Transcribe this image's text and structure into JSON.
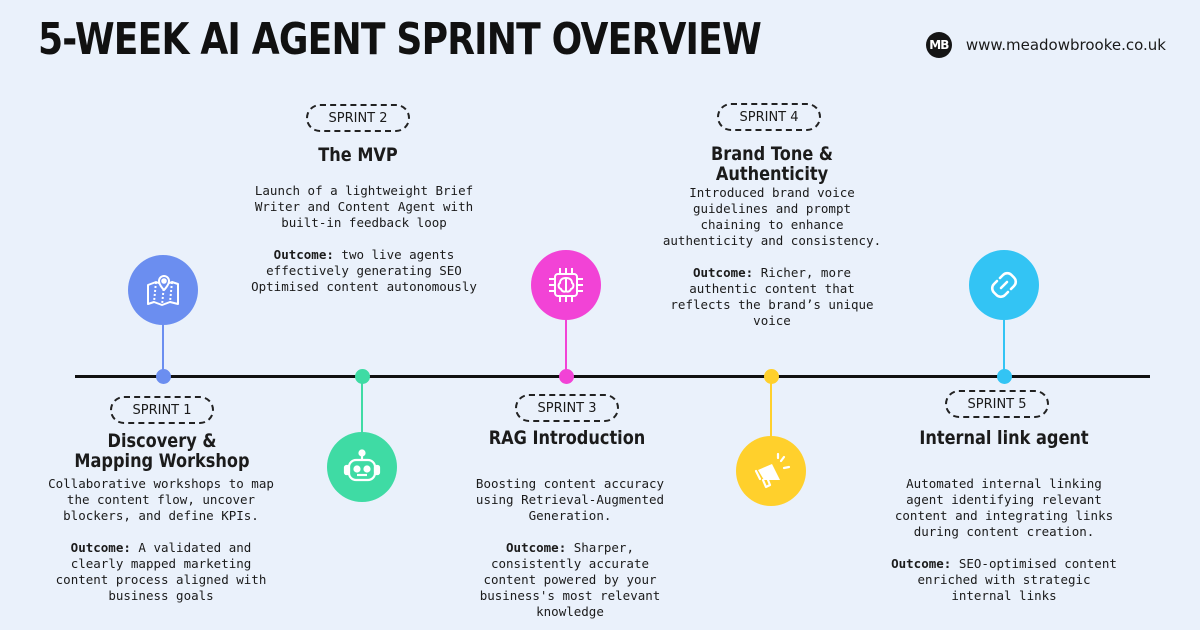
{
  "title": "5-WEEK AI AGENT SPRINT OVERVIEW",
  "brand": {
    "logo_text": "MB",
    "url": "www.meadowbrooke.co.uk"
  },
  "outcome_label": "Outcome:",
  "sprints": [
    {
      "pill": "SPRINT 1",
      "heading": "Discovery & Mapping Workshop",
      "description": "Collaborative workshops to map the content flow, uncover blockers, and define KPIs.",
      "outcome": " A validated and clearly mapped marketing content process aligned with business goals",
      "icon": "map-pin-icon",
      "color": "#6b8ef0"
    },
    {
      "pill": "SPRINT 2",
      "heading": "The MVP",
      "description": "Launch of a lightweight Brief Writer and Content Agent with built-in feedback loop",
      "outcome": " two live agents effectively generating SEO Optimised content autonomously",
      "icon": "robot-icon",
      "color": "#3fdba4"
    },
    {
      "pill": "SPRINT 3",
      "heading": "RAG Introduction",
      "description": "Boosting content accuracy using Retrieval-Augmented Generation.",
      "outcome": " Sharper, consistently accurate content powered by your business's most relevant knowledge",
      "icon": "brain-chip-icon",
      "color": "#f243d6"
    },
    {
      "pill": "SPRINT 4",
      "heading": "Brand Tone & Authenticity",
      "description": "Introduced brand voice guidelines and prompt chaining to enhance authenticity and consistency.",
      "outcome": " Richer, more authentic content that reflects the brand’s unique voice",
      "icon": "megaphone-icon",
      "color": "#ffd02c"
    },
    {
      "pill": "SPRINT 5",
      "heading": "Internal link agent",
      "description": "Automated internal linking agent identifying relevant content and integrating links during content creation.",
      "outcome": " SEO-optimised content enriched with strategic internal links",
      "icon": "link-icon",
      "color": "#33c4f4"
    }
  ]
}
